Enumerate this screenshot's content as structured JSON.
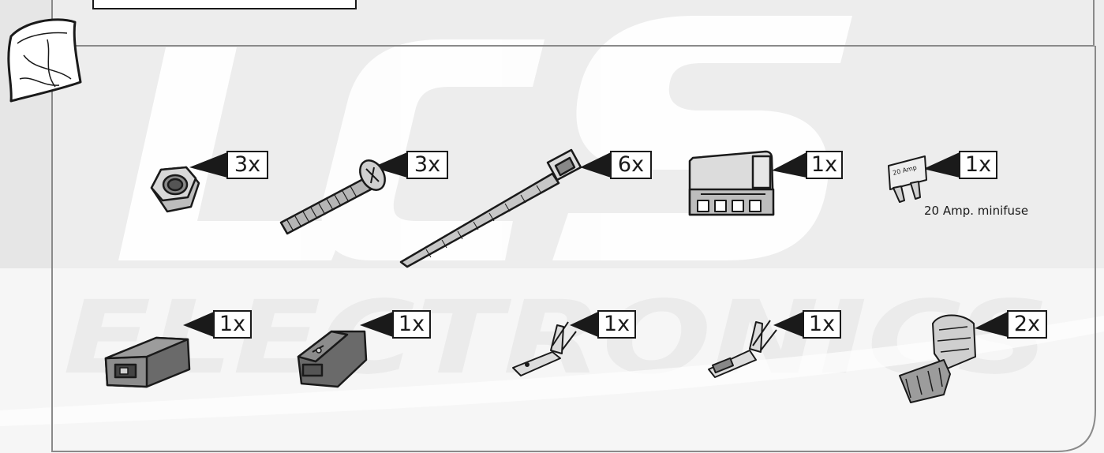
{
  "watermark": {
    "brand": "LCS",
    "word": "ELECTRONICS"
  },
  "icons": {
    "bag": "plastic-bag-icon",
    "nut": "hex-nut-icon",
    "screw": "screw-icon",
    "cable_tie": "cable-tie-icon",
    "connector_housing": "connector-housing-icon",
    "fuse": "minifuse-icon",
    "female_housing": "female-housing-icon",
    "male_housing": "male-housing-icon",
    "male_terminal": "male-terminal-icon",
    "female_terminal": "female-terminal-icon",
    "scotchlok": "scotchlok-connector-icon"
  },
  "parts": {
    "nut": {
      "qty": "3x"
    },
    "screw": {
      "qty": "3x"
    },
    "cable_tie": {
      "qty": "6x"
    },
    "connector_housing": {
      "qty": "1x"
    },
    "fuse": {
      "qty": "1x",
      "caption": "20 Amp. minifuse",
      "printed_rating": "20 Amp"
    },
    "female_housing": {
      "qty": "1x"
    },
    "male_housing": {
      "qty": "1x"
    },
    "male_terminal": {
      "qty": "1x"
    },
    "female_terminal": {
      "qty": "1x"
    },
    "scotchlok": {
      "qty": "2x"
    }
  },
  "colors": {
    "line": "#1a1a1a",
    "frame": "#8a8a8a",
    "band": "#e9e9e9",
    "part_grey": "#b5b5b5",
    "part_dark": "#555555"
  }
}
